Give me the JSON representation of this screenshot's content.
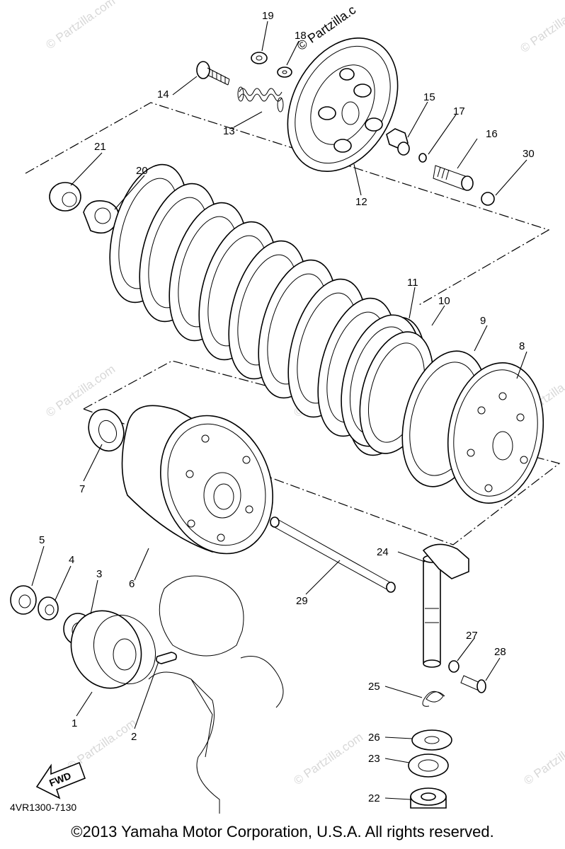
{
  "diagram_code": "4VR1300-7130",
  "copyright": "©2013 Yamaha Motor Corporation, U.S.A. All rights reserved.",
  "fwd_label": "FWD",
  "watermark": "© Partzilla.com",
  "watermark_top": "© Partzilla.c",
  "part_numbers": [
    "1",
    "2",
    "3",
    "4",
    "5",
    "6",
    "7",
    "8",
    "9",
    "10",
    "11",
    "12",
    "13",
    "14",
    "15",
    "16",
    "17",
    "18",
    "19",
    "20",
    "21",
    "22",
    "23",
    "24",
    "25",
    "26",
    "27",
    "28",
    "29",
    "30"
  ]
}
